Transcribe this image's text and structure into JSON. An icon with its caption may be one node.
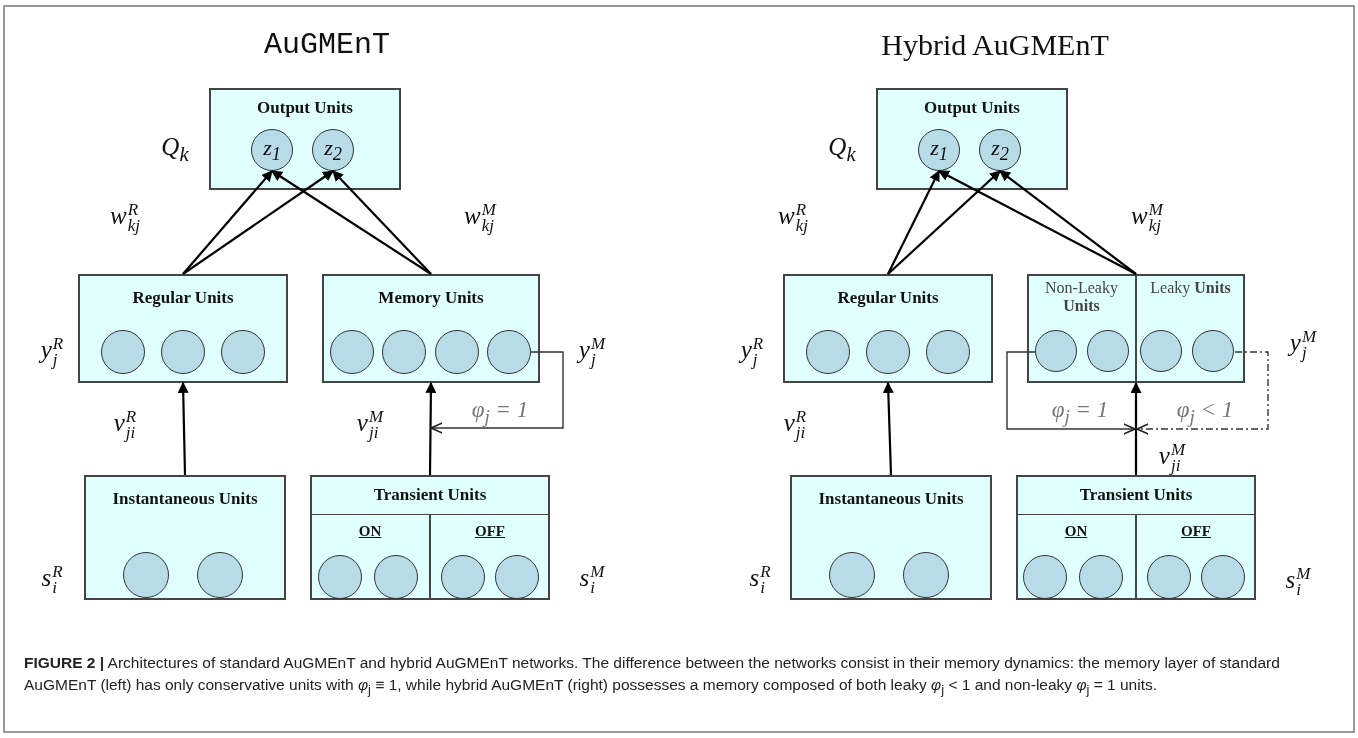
{
  "diagram": {
    "caption": "**FIGURE 2 |** Architectures of standard AuGMEnT and hybrid AuGMEnT networks. The difference between the networks consist in their memory dynamics: the memory layer of standard AuGMEnT (left) has only conservative units with *φ*$_{j}$ ≡ 1, while hybrid AuGMEnT (right) possesses a memory composed of both leaky *φ*$_{j}$ < 1 and non-leaky *φ*$_{j}$ = 1 units.",
    "nodes": [
      {
        "text": [
          "Output Units"
        ],
        "beside": [
          "Q$_{k}$"
        ]
      },
      {
        "text": [
          "z$_{1}$"
        ],
        "in": 0
      },
      {
        "text": [
          "z$_{2}$"
        ],
        "in": 0
      },
      {
        "text": [
          "Regular Units"
        ],
        "beside": [
          "y$^{R}$$_{j}$"
        ]
      },
      {
        "text": [],
        "shape": "circle",
        "in": 3
      },
      {
        "text": [],
        "shape": "circle",
        "in": 3
      },
      {
        "text": [],
        "shape": "circle",
        "in": 3
      },
      {
        "text": [
          "Memory Units"
        ],
        "beside": [
          "y$^{M}$$_{j}$"
        ]
      },
      {
        "text": [],
        "shape": "circle",
        "in": 7
      },
      {
        "text": [],
        "shape": "circle",
        "in": 7
      },
      {
        "text": [],
        "shape": "circle",
        "in": 7
      },
      {
        "text": [],
        "shape": "circle",
        "in": 7
      },
      {
        "text": [
          "Instantaneous Units"
        ],
        "beside": [
          "s$^{R}$$_{i}$"
        ]
      },
      {
        "text": [],
        "shape": "circle",
        "in": 12
      },
      {
        "text": [],
        "shape": "circle",
        "in": 12
      },
      {
        "text": [
          "Transient Units"
        ],
        "beside": [
          "s$^{M}$$_{i}$"
        ]
      },
      {
        "text": [
          "ON"
        ],
        "in": 15
      },
      {
        "text": [],
        "shape": "circle",
        "in": 16
      },
      {
        "text": [],
        "shape": "circle",
        "in": 16
      },
      {
        "text": [
          "OFF"
        ],
        "in": 15
      },
      {
        "text": [],
        "shape": "circle",
        "in": 19
      },
      {
        "text": [],
        "shape": "circle",
        "in": 19
      },
      {
        "text": [
          "Output Units"
        ],
        "beside": [
          "Q$_{k}$"
        ]
      },
      {
        "text": [
          "z$_{1}$"
        ],
        "in": 22
      },
      {
        "text": [
          "z$_{2}$"
        ],
        "in": 22
      },
      {
        "text": [
          "Regular Units"
        ],
        "beside": [
          "y$^{R}$$_{j}$"
        ]
      },
      {
        "text": [],
        "shape": "circle",
        "in": 25
      },
      {
        "text": [],
        "shape": "circle",
        "in": 25
      },
      {
        "text": [],
        "shape": "circle",
        "in": 25
      },
      {
        "text": [],
        "shape": "box",
        "beside": [
          "y$^{M}$$_{j}$"
        ]
      },
      {
        "text": [
          "Non-Leaky **Units**"
        ],
        "in": 29
      },
      {
        "text": [],
        "shape": "circle",
        "in": 30
      },
      {
        "text": [],
        "shape": "circle",
        "in": 30
      },
      {
        "text": [
          "Leaky **Units**"
        ],
        "in": 29
      },
      {
        "text": [],
        "shape": "circle",
        "in": 33
      },
      {
        "text": [],
        "shape": "circle",
        "in": 33
      },
      {
        "text": [
          "Instantaneous Units"
        ],
        "beside": [
          "s$^{R}$$_{i}$"
        ]
      },
      {
        "text": [],
        "shape": "circle",
        "in": 36
      },
      {
        "text": [],
        "shape": "circle",
        "in": 36
      },
      {
        "text": [
          "Transient Units"
        ],
        "beside": [
          "s$^{M}$$_{i}$"
        ]
      },
      {
        "text": [
          "ON"
        ],
        "in": 39
      },
      {
        "text": [],
        "shape": "circle",
        "in": 40
      },
      {
        "text": [],
        "shape": "circle",
        "in": 40
      },
      {
        "text": [
          "OFF"
        ],
        "in": 39
      },
      {
        "text": [],
        "shape": "circle",
        "in": 43
      },
      {
        "text": [],
        "shape": "circle",
        "in": 43
      }
    ],
    "edges": [
      {
        "from": 3,
        "to": 1,
        "arrow": "to"
      },
      {
        "from": 3,
        "to": 2,
        "arrow": "to"
      },
      {
        "from": 7,
        "to": 1,
        "arrow": "to"
      },
      {
        "from": 7,
        "to": 2,
        "arrow": "to"
      },
      {
        "from": 12,
        "to": 3,
        "arrow": "to"
      },
      {
        "from": 15,
        "to": 7,
        "arrow": "to"
      },
      {
        "from": 11,
        "to": null,
        "arrow": "to",
        "label": "φ$_{j}$ = 1"
      },
      {
        "from": 25,
        "to": 23,
        "arrow": "to"
      },
      {
        "from": 25,
        "to": 24,
        "arrow": "to"
      },
      {
        "from": 29,
        "to": 23,
        "arrow": "to"
      },
      {
        "from": 29,
        "to": 24,
        "arrow": "to"
      },
      {
        "from": 36,
        "to": 25,
        "arrow": "to"
      },
      {
        "from": 39,
        "to": 29,
        "arrow": "to"
      },
      {
        "from": 31,
        "to": null,
        "arrow": "to",
        "label": "φ$_{j}$ = 1"
      },
      {
        "from": 35,
        "to": null,
        "arrow": "to",
        "label": "φ$_{j}$ < 1",
        "style": "dashed"
      }
    ],
    "labels": [
      "AuGMEnT",
      "Hybrid AuGMEnT",
      "w$^{R}$$_{kj}$",
      "w$^{M}$$_{kj}$",
      "w$^{R}$$_{kj}$",
      "w$^{M}$$_{kj}$",
      "v$^{R}$$_{ji}$",
      "v$^{M}$$_{ji}$",
      "v$^{R}$$_{ji}$",
      "v$^{M}$$_{ji}$"
    ]
  }
}
